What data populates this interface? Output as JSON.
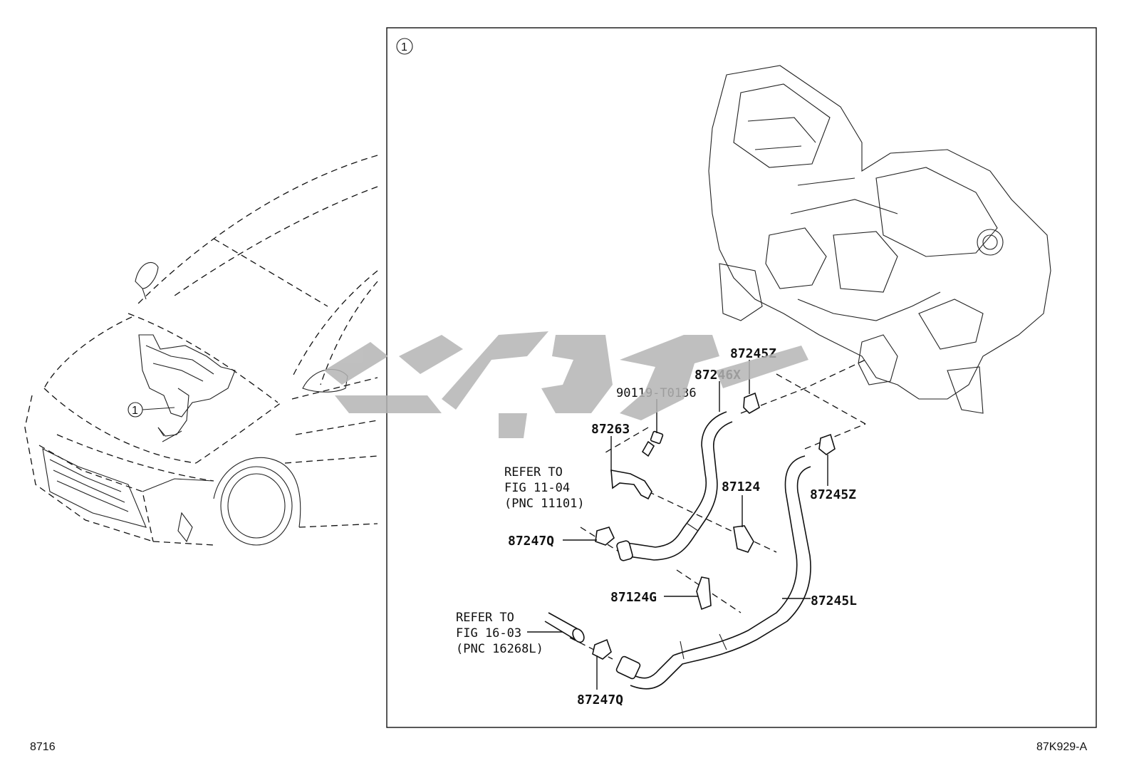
{
  "callout_marker": "1",
  "labels": {
    "p87245z_top": "87245Z",
    "p87246x": "87246X",
    "p90119": "90119-T0136",
    "p87263": "87263",
    "refer1_line1": "REFER TO",
    "refer1_line2": "FIG 11-04",
    "refer1_line3": "(PNC 11101)",
    "p87124": "87124",
    "p87245z_right": "87245Z",
    "p87247q_mid": "87247Q",
    "p87124g": "87124G",
    "p87245l": "87245L",
    "refer2_line1": "REFER TO",
    "refer2_line2": "FIG 16-03",
    "refer2_line3": "(PNC 16268L)",
    "p87247q_bottom": "87247Q"
  },
  "footer": {
    "page_code": "8716",
    "figure_code": "87K929-A"
  },
  "colors": {
    "ink": "#111111",
    "watermark": "#b5b5b5"
  }
}
